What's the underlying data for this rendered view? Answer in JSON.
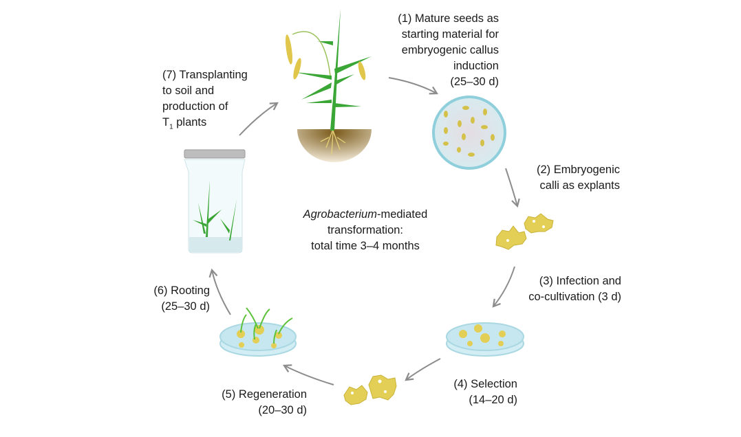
{
  "center": {
    "line1_italic": "Agrobacterium",
    "line1_rest": "-mediated",
    "line2": "transformation:",
    "line3": "total time 3–4 months"
  },
  "steps": [
    {
      "lines": [
        "(1) Mature seeds as",
        "starting material for",
        "embryogenic callus",
        "induction",
        "(25–30 d)"
      ]
    },
    {
      "lines": [
        "(2) Embryogenic",
        "calli as explants"
      ]
    },
    {
      "lines": [
        "(3) Infection and",
        "co-cultivation (3 d)"
      ]
    },
    {
      "lines": [
        "(4) Selection",
        "(14–20 d)"
      ]
    },
    {
      "lines": [
        "(5) Regeneration",
        "(20–30 d)"
      ]
    },
    {
      "lines": [
        "(6) Rooting",
        "(25–30 d)"
      ]
    },
    {
      "lines": [
        "(7) Transplanting",
        "to soil and",
        "production of"
      ],
      "last_main": "T",
      "last_sub": "1",
      "last_rest": " plants"
    }
  ],
  "colors": {
    "arrow": "#8c8c8c",
    "leaf": "#3aa635",
    "callus": "#e3cf55",
    "dish": "#bfe3ec",
    "soil": "#8a6a2a"
  }
}
